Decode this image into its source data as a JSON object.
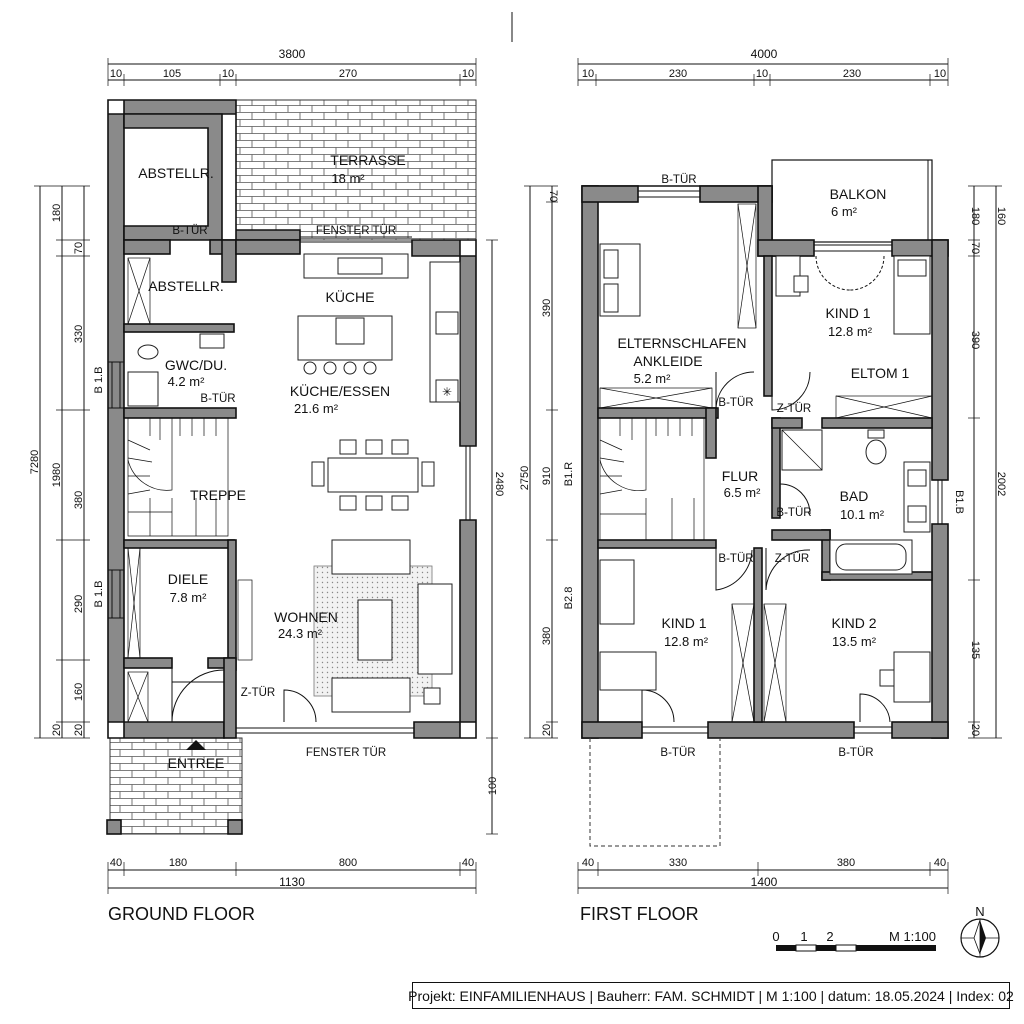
{
  "ground_floor": {
    "title": "GROUND FLOOR",
    "top_dims": {
      "total": "3800",
      "segments": [
        "10",
        "105",
        "10",
        "270",
        "10"
      ]
    },
    "bottom_dims": {
      "total": "1130",
      "segments": [
        "40",
        "180",
        "800",
        "40"
      ]
    },
    "left_dims": {
      "total": "7280",
      "segments": [
        "180",
        "70",
        "330",
        "1980",
        "380",
        "290",
        "160",
        "20",
        "20"
      ],
      "windows": [
        "B 1.B",
        "B 1.B"
      ]
    },
    "right_dims": [
      "2480",
      "100"
    ],
    "rooms": [
      {
        "name": "ABSTELLR.",
        "area": ""
      },
      {
        "name": "TERRASSE",
        "area": "18 m²"
      },
      {
        "name": "ABSTELLR.",
        "area": ""
      },
      {
        "name": "KÜCHE",
        "area": ""
      },
      {
        "name": "GWC/DU.",
        "area": "4.2 m²"
      },
      {
        "name": "KÜCHE/ESSEN",
        "area": "21.6 m²"
      },
      {
        "name": "TREPPE",
        "area": ""
      },
      {
        "name": "DIELE",
        "area": "7.8 m²"
      },
      {
        "name": "WOHNEN",
        "area": "24.3 m²"
      },
      {
        "name": "ENTREE",
        "area": ""
      }
    ],
    "doors": [
      "B-TÜR",
      "FENSTER TÜR",
      "B-TÜR",
      "Z-TÜR",
      "FENSTER TÜR"
    ]
  },
  "first_floor": {
    "title": "FIRST FLOOR",
    "top_dims": {
      "total": "4000",
      "segments": [
        "10",
        "230",
        "10",
        "230",
        "10"
      ]
    },
    "bottom_dims": {
      "total": "1400",
      "segments": [
        "40",
        "330",
        "380",
        "40"
      ]
    },
    "left_dims": {
      "total": "2750",
      "segments": [
        "70",
        "390",
        "910",
        "380",
        "20"
      ],
      "windows": [
        "B1.R",
        "B2.8"
      ]
    },
    "right_dims": {
      "total": "2002",
      "segments": [
        "160",
        "180",
        "70",
        "390",
        "135",
        "20"
      ],
      "windows": [
        "B1.B"
      ]
    },
    "rooms": [
      {
        "name": "BALKON",
        "area": "6 m²"
      },
      {
        "name": "ELTERNSCHLAFEN",
        "area": ""
      },
      {
        "name": "ANKLEIDE",
        "area": "5.2 m²"
      },
      {
        "name": "KIND 1",
        "area": "12.8 m²"
      },
      {
        "name": "ELTOM 1",
        "area": ""
      },
      {
        "name": "FLUR",
        "area": "6.5 m²"
      },
      {
        "name": "BAD",
        "area": "10.1 m²"
      },
      {
        "name": "KIND 1",
        "area": "12.8 m²"
      },
      {
        "name": "KIND 2",
        "area": "13.5 m²"
      }
    ],
    "doors": [
      "B-TÜR",
      "B-TÜR",
      "Z-TÜR",
      "B-TÜR",
      "B-TÜR",
      "Z-TÜR",
      "B-TÜR",
      "B-TÜR"
    ]
  },
  "scale_bar": {
    "ticks": [
      "0",
      "1",
      "2"
    ],
    "label": "M 1:100"
  },
  "north_arrow": {
    "label": "N",
    "icon": "north-arrow-icon"
  },
  "title_block": "Projekt: EINFAMILIENHAUS | Bauherr: FAM. SCHMIDT | M 1:100 | datum: 18.05.2024 | Index: 02"
}
